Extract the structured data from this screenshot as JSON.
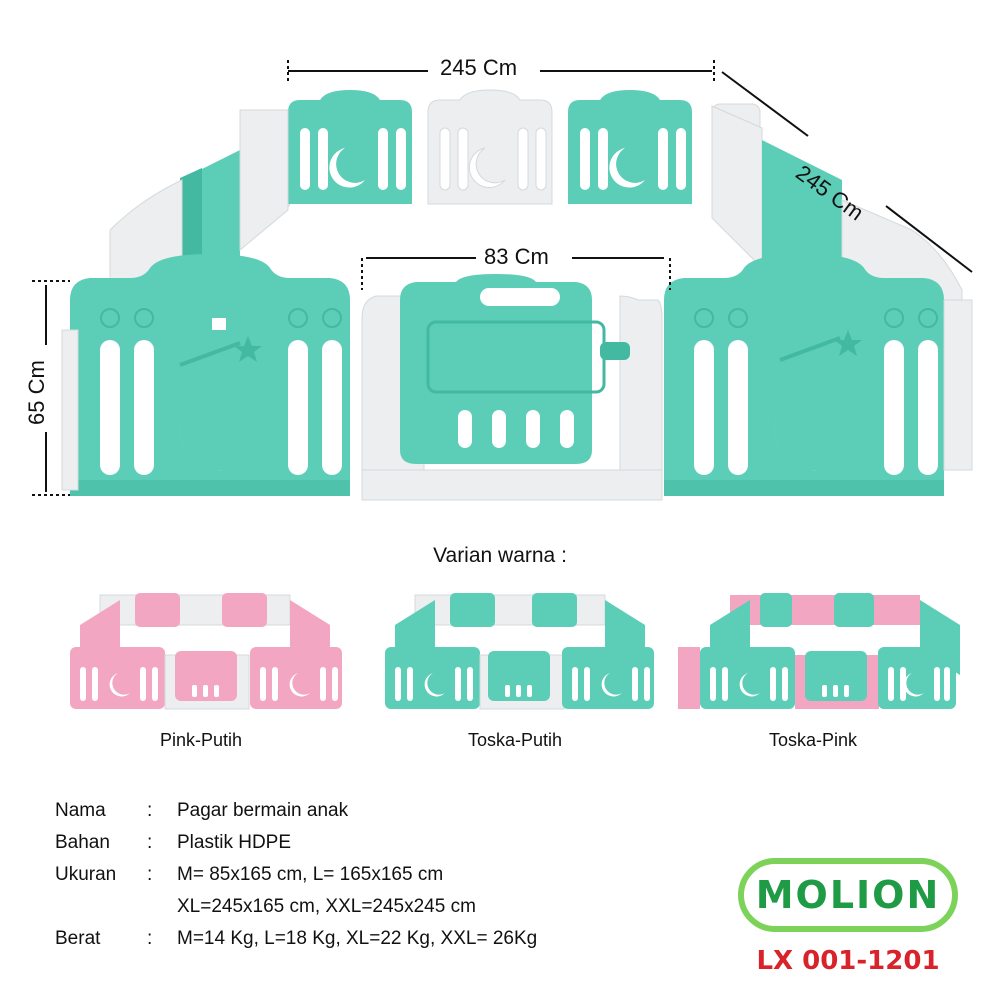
{
  "dimensions": {
    "top_width": "245 Cm",
    "side_depth": "245 Cm",
    "door_width": "83 Cm",
    "height": "65 Cm"
  },
  "colors": {
    "teal": "#5ccdb6",
    "teal_dark": "#44b9a2",
    "white_panel": "#eceeef",
    "pink": "#f3a6c1",
    "logo_green": "#1f9a45",
    "logo_border": "#7dd35a",
    "model_red": "#d8232a"
  },
  "variants": {
    "title": "Varian warna :",
    "items": [
      {
        "name": "Pink-Putih"
      },
      {
        "name": "Toska-Putih"
      },
      {
        "name": "Toska-Pink"
      }
    ]
  },
  "specs": [
    {
      "label": "Nama",
      "colon": ":",
      "value": "Pagar bermain anak"
    },
    {
      "label": "Bahan",
      "colon": ":",
      "value": "Plastik HDPE"
    },
    {
      "label": "Ukuran",
      "colon": ":",
      "value": "M= 85x165 cm, L= 165x165 cm"
    },
    {
      "label": "",
      "colon": "",
      "value": "XL=245x165 cm, XXL=245x245 cm"
    },
    {
      "label": "Berat",
      "colon": ":",
      "value": "M=14 Kg, L=18 Kg, XL=22 Kg, XXL= 26Kg"
    }
  ],
  "brand": {
    "logo": "MOLION",
    "model": "LX 001-1201"
  },
  "icons": [
    "moon-icon",
    "star-icon",
    "bunny-icon"
  ]
}
